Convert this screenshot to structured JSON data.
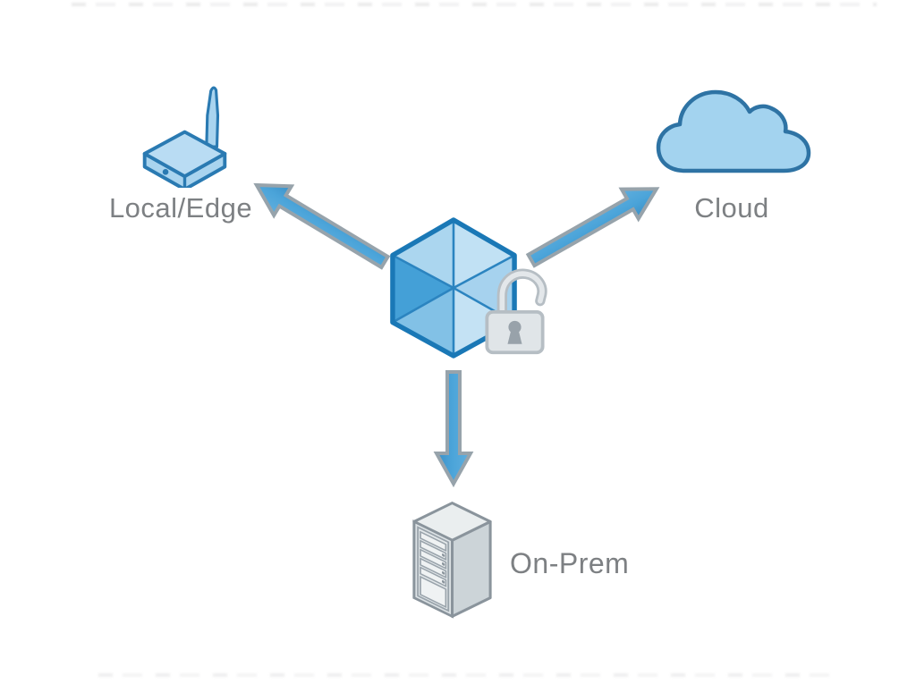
{
  "diagram": {
    "description": "Unlocked data cube distributing to edge, cloud and on-prem destinations",
    "center": {
      "icons": [
        {
          "name": "cube-icon"
        },
        {
          "name": "open-padlock-icon"
        }
      ]
    },
    "nodes": [
      {
        "id": "local-edge",
        "label": "Local/Edge",
        "icon": "wireless-edge-device-icon"
      },
      {
        "id": "cloud",
        "label": "Cloud",
        "icon": "cloud-icon"
      },
      {
        "id": "on-prem",
        "label": "On-Prem",
        "icon": "server-rack-icon"
      }
    ],
    "arrows": [
      {
        "name": "arrow-to-local-edge",
        "from": "cube",
        "to": "local-edge"
      },
      {
        "name": "arrow-to-cloud",
        "from": "cube",
        "to": "cloud"
      },
      {
        "name": "arrow-to-on-prem",
        "from": "cube",
        "to": "on-prem"
      }
    ],
    "colors": {
      "background": "#ffffff",
      "arrow_fill": "#4ba4d9",
      "arrow_outline": "#97a3ab",
      "blue_icon_fill": "#a9d4ef",
      "blue_icon_outline": "#2a7ab2",
      "cloud_outline": "#2e73a4",
      "cube_outline": "#1a78b6",
      "cube_dark_face": "#44a0d7",
      "lock_fill": "#e0e5e8",
      "lock_outline": "#b6bec4",
      "keyhole": "#98a2aa",
      "server_fill": "#dde3e6",
      "server_outline": "#8a949c",
      "label_text": "#7d8083"
    }
  }
}
